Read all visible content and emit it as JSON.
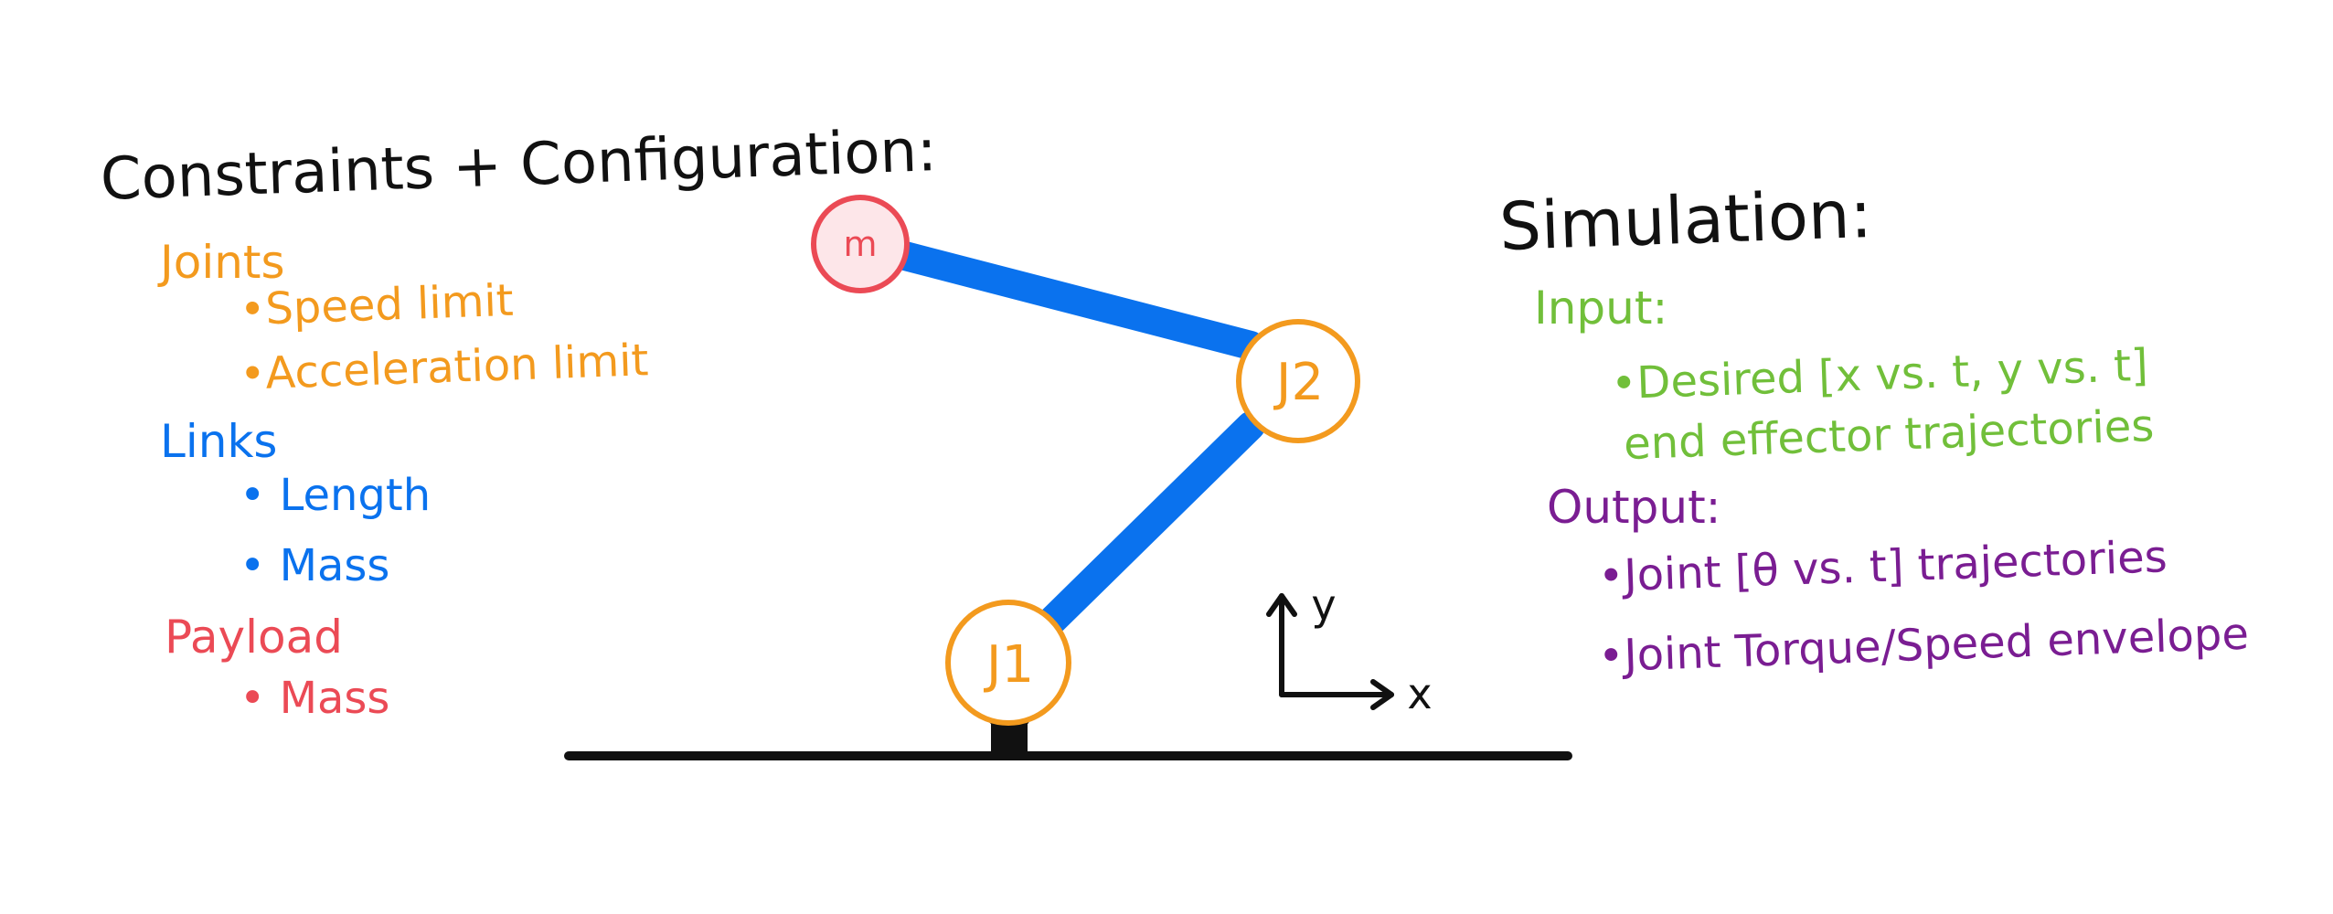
{
  "colors": {
    "ink": "#111111",
    "joint": "#F39A1E",
    "link": "#0A72EE",
    "payload": "#EB4A55",
    "payload_fill": "#FDE6E9",
    "input": "#71BF3A",
    "output": "#7A1D92"
  },
  "left_panel": {
    "title": "Constraints + Configuration:",
    "joints": {
      "heading": "Joints",
      "items": [
        "•Speed limit",
        "•Acceleration limit"
      ]
    },
    "links": {
      "heading": "Links",
      "items": [
        "• Length",
        "• Mass"
      ]
    },
    "payload": {
      "heading": "Payload",
      "items": [
        "• Mass"
      ]
    }
  },
  "diagram": {
    "mass_label": "m",
    "joint1_label": "J1",
    "joint2_label": "J2",
    "axis_y_label": "y",
    "axis_x_label": "x"
  },
  "right_panel": {
    "title": "Simulation:",
    "input": {
      "heading": "Input:",
      "line1": "•Desired [x vs. t, y vs. t]",
      "line2": "end effector trajectories"
    },
    "output": {
      "heading": "Output:",
      "items": [
        "•Joint [θ vs. t] trajectories",
        "•Joint Torque/Speed envelope"
      ]
    }
  }
}
